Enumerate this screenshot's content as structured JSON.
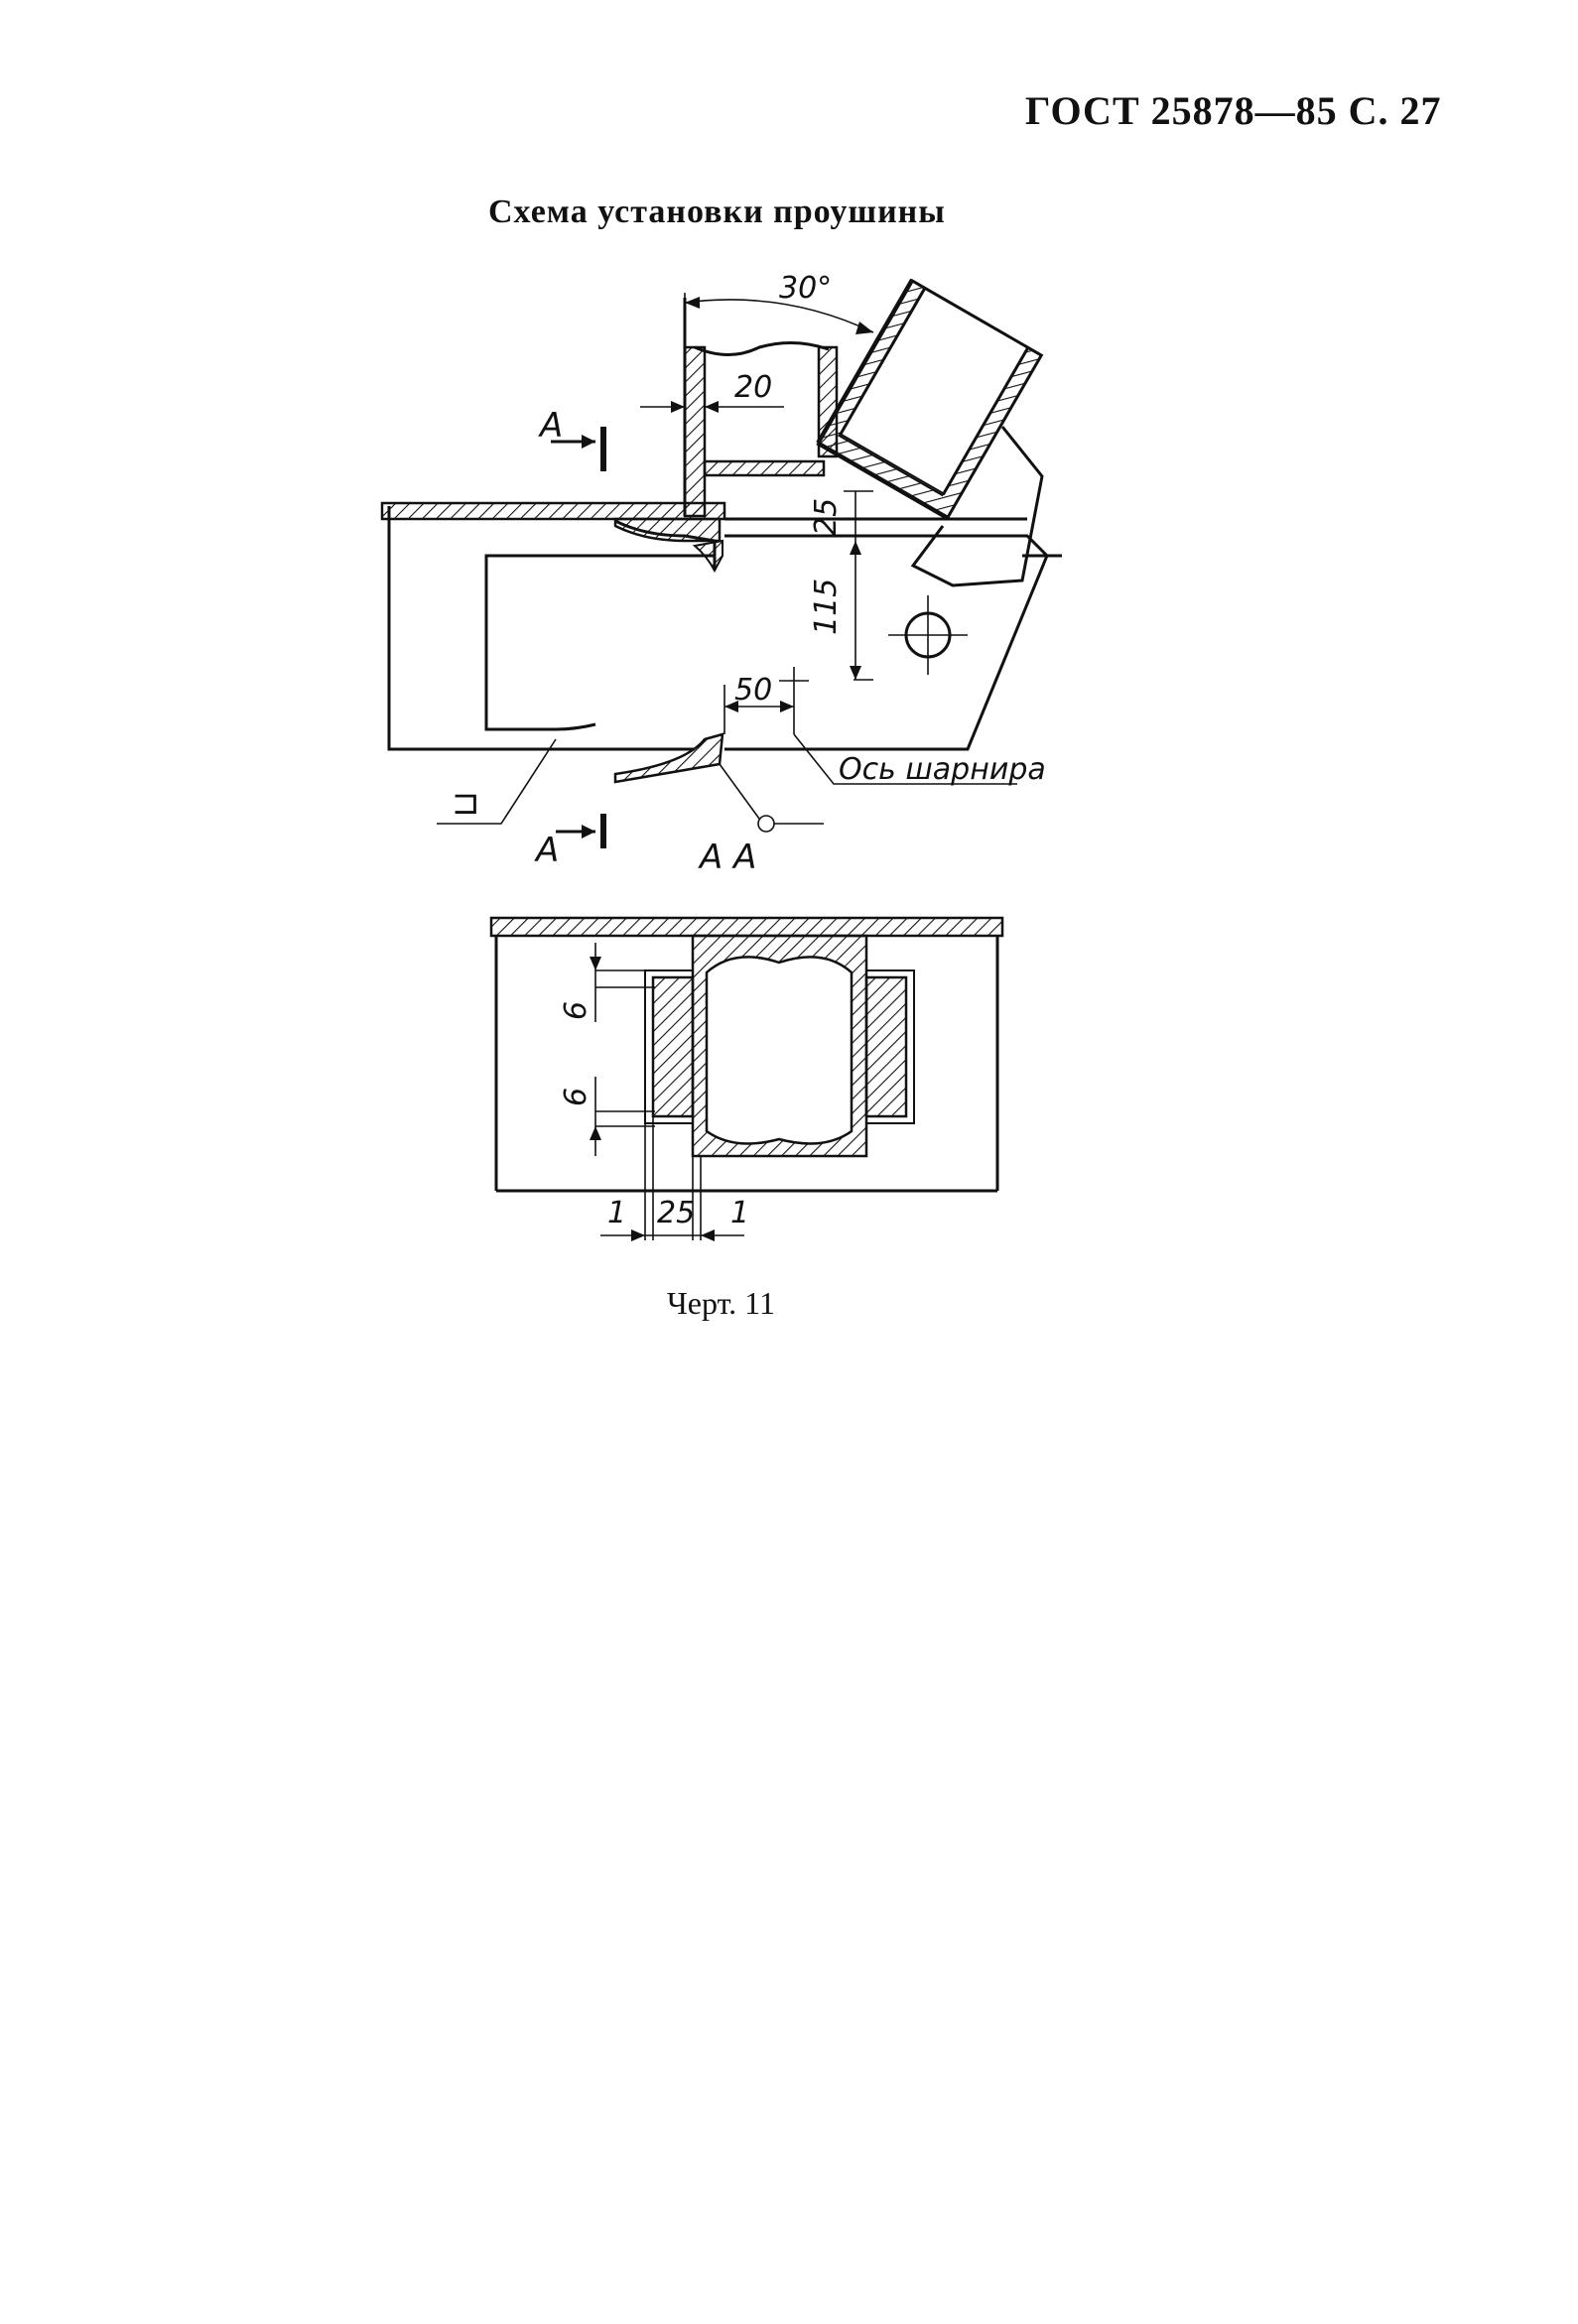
{
  "header": {
    "standard": "ГОСТ 25878—85 С. 27"
  },
  "title": "Схема установки проушины",
  "drawing_top": {
    "angle": "30°",
    "dim_20": "20",
    "dim_25": "25",
    "dim_115": "115",
    "dim_50": "50",
    "axis_label": "Ось шарнира",
    "section_mark_top": "А",
    "section_mark_bottom": "А",
    "section_title": "А  А",
    "weld_symbol": "⊐"
  },
  "drawing_section": {
    "dim_6_top": "6",
    "dim_6_bottom": "6",
    "dim_1_left": "1",
    "dim_25": "25",
    "dim_1_right": "1"
  },
  "caption": "Черт. 11"
}
